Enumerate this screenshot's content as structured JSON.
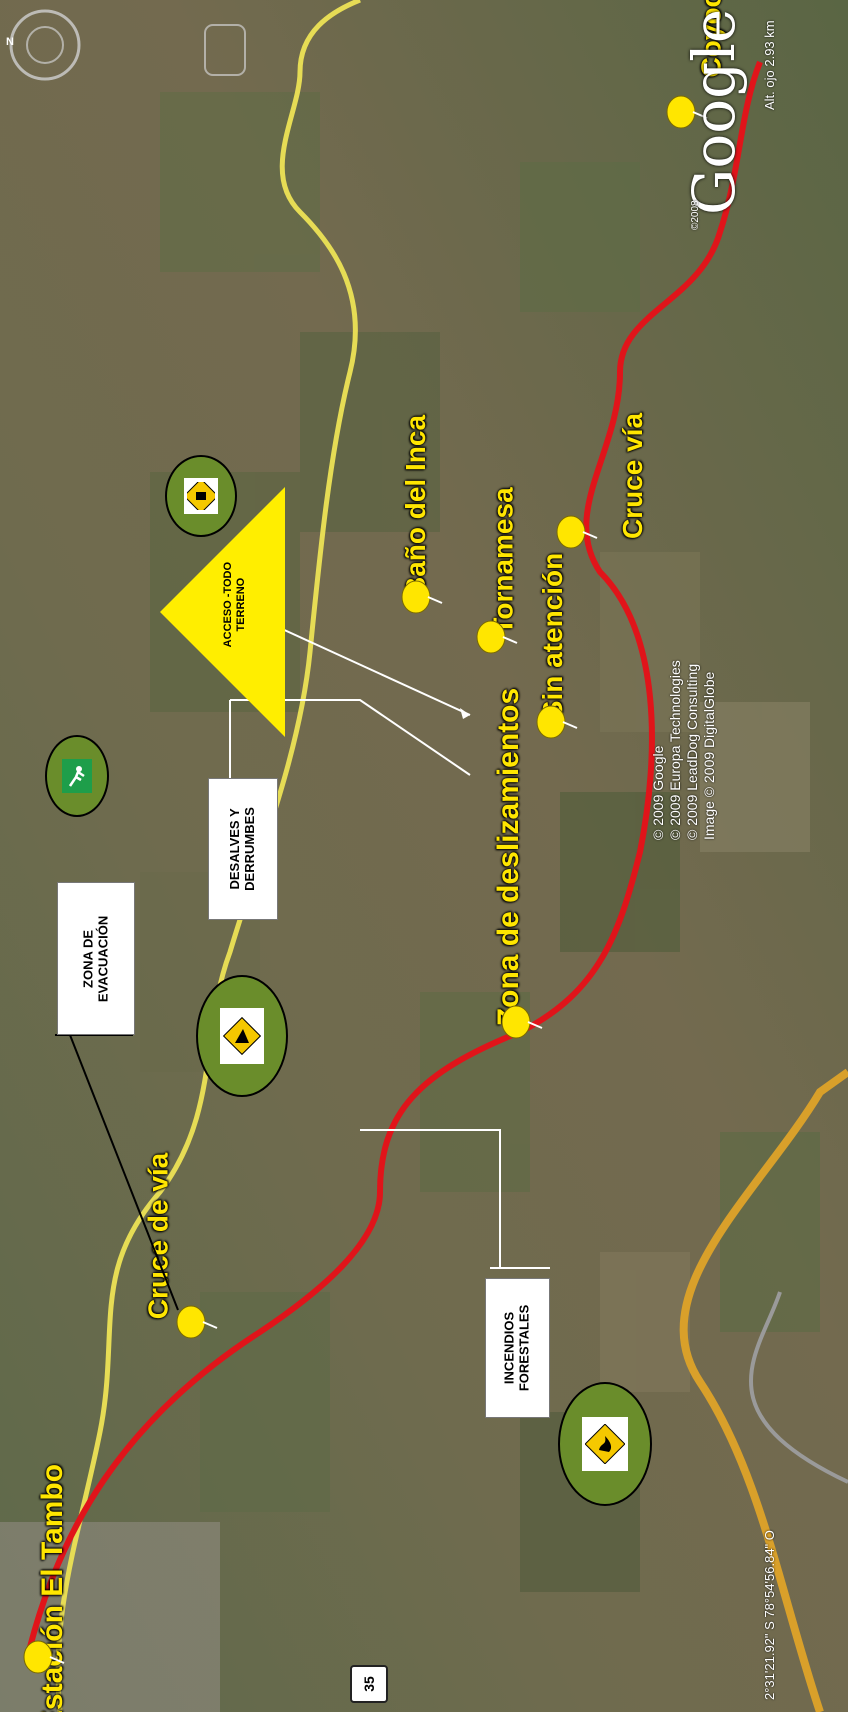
{
  "map": {
    "place_labels": {
      "estacion": "Estación El Tambo",
      "cruce_de_via": "Cruce de vía",
      "zona_desliz": "Zona de deslizamientos",
      "sin_atencion": "Sin atención",
      "tornamesa": "Tornamesa",
      "bano_inca": "Baño del Inca",
      "cruce_via": "Cruce vía",
      "coyoctor": "Coyoctor"
    },
    "callouts": {
      "evacuacion": "ZONA DE\nEVACUACIÓN",
      "desalves": "DESALVES Y\nDERRUMBES",
      "acceso": "ACCESO -TODO\nTERRENO",
      "incendios": "INCENDIOS\nFORESTALES"
    },
    "copyright": "© 2009 Google\n© 2009 Europa Technologies\n© 2009 LeadDog Consulting\nImage © 2009 DigitalGlobe",
    "coords": "2°31'21.92\" S    78°54'56.84\" O",
    "eye_alt": "Alt. ojo   2.93 km",
    "logo": "Google",
    "logo_year": "©2008",
    "road_shield": "35",
    "north": "N",
    "colors": {
      "route": "#e0141a",
      "road": "#e6dc55",
      "label": "#ffe600",
      "sign_green": "#6a8d2b",
      "triangle": "#ffee00"
    }
  }
}
